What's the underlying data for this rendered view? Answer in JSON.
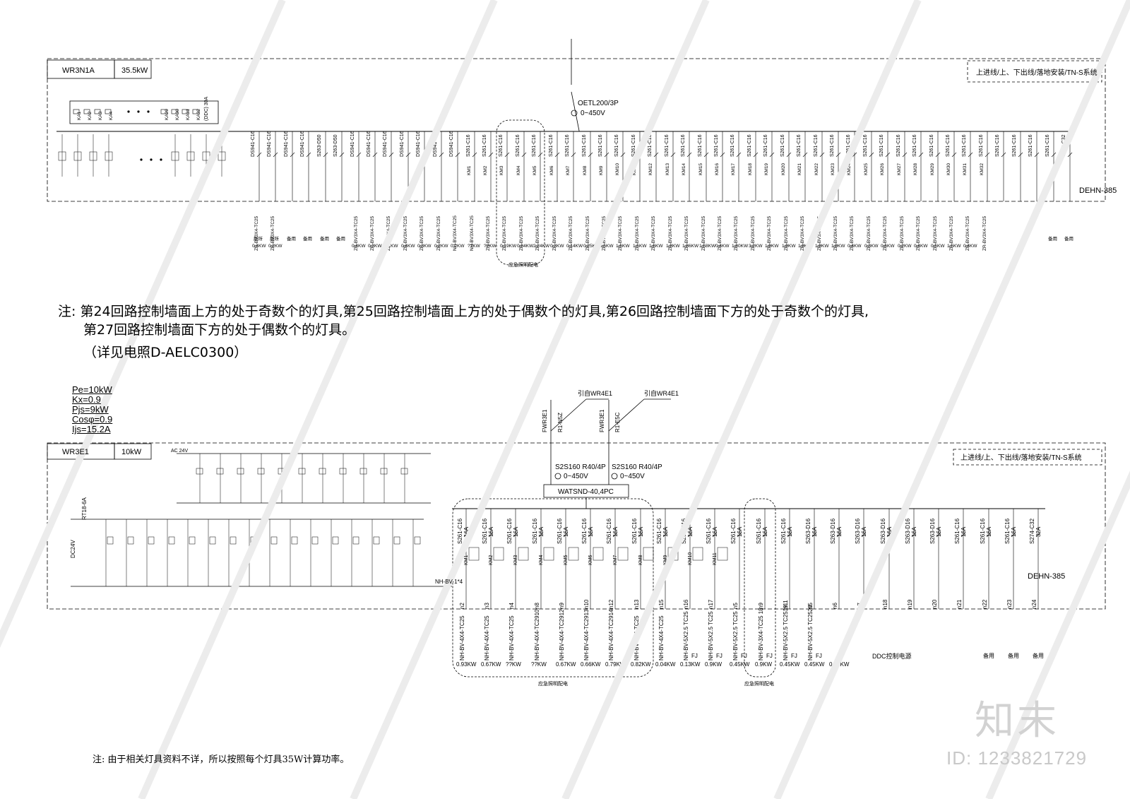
{
  "panel1": {
    "id": "WR3N1A",
    "power": "35.5kW",
    "system_note": "上进线/上、下出线/落地安装/TN-S系统",
    "main_switch": "OETL200/3P",
    "voltmeter": "0~450V",
    "spd": "DEHN-385",
    "relay_labels": [
      "KA1",
      "KA2",
      "KA3",
      "KA4",
      "KA29",
      "KA30",
      "KA31",
      "KA32"
    ],
    "relay_extra": "(DDC) 30A",
    "breakers": [
      "DS941-C16",
      "DS941-C16",
      "DS941-C16",
      "DS941-C16",
      "S263-D50",
      "S263-D50",
      "DS941-C16",
      "DS941-C16",
      "DS941-C16",
      "DS941-C16",
      "DS941-C16",
      "DS941-C16",
      "DS941-C16",
      "S261-C16",
      "S261-C16",
      "S261-C16",
      "S261-C16",
      "S261-C16",
      "S261-C16",
      "S261-C16",
      "S261-C16",
      "S261-C16",
      "S261-C16",
      "S261-C16",
      "S261-C16",
      "S261-C16",
      "S261-C16",
      "S261-C16",
      "S261-C16",
      "S261-C16",
      "S261-C16",
      "S261-C16",
      "S261-C16",
      "S261-C16",
      "S261-C16",
      "S261-C16",
      "S261-C16",
      "S261-C16",
      "S261-C16",
      "S261-C16",
      "S261-C16",
      "S261-C16",
      "S261-C16",
      "S261-C16",
      "S261-C16",
      "S261-C16",
      "S261-C16",
      "S261-C16",
      "S261-C16",
      "S274-C32"
    ],
    "cables": [
      "ZR-BV3X4-TC25",
      "ZR-BV3X4-TC25",
      "",
      "",
      "",
      "",
      "ZR-BV3X4-TC25",
      "ZR-BV3X4-TC25",
      "ZR-BV3X4-TC25",
      "ZR-BV3X4-TC25",
      "ZR-BV3X4-TC25",
      "ZR-BV3X4-TC25",
      "NH-BV3X4-TC25",
      "NH-BV3X4-TC25",
      "ZR-BV3X4-TC25",
      "ZR-BV3X4-TC25",
      "ZR-BV3X4-TC25",
      "ZR-BV3X4-TC25",
      "ZR-BV3X4-TC25",
      "ZR-BV3X4-TC25",
      "ZR-BV3X4-TC25",
      "ZR-BV3X4-TC25",
      "ZR-BV3X4-TC25",
      "ZR-BV3X4-TC25",
      "ZR-BV3X4-TC25",
      "ZR-BV3X4-TC25",
      "ZR-BV3X4-TC25",
      "ZR-BV3X4-TC25",
      "ZR-BV3X4-TC25",
      "ZR-BV3X4-TC25",
      "ZR-BV3X4-TC25",
      "ZR-BV3X4-TC25",
      "ZR-BV3X4-TC25",
      "ZR-BV3X4-TC25",
      "ZR-BV3X4-TC25",
      "ZR-BV3X4-TC25",
      "ZR-BV3X4-TC25",
      "ZR-BV3X4-TC25",
      "ZR-BV3X4-TC25",
      "ZR-BV3X4-TC25",
      "ZR-BV3X4-TC25",
      "ZR-BV3X4-TC25",
      "ZR-BV3X4-TC25",
      "ZR-BV3X4-TC25",
      "ZR-BV3X4-TC25",
      "",
      "",
      "",
      "",
      ""
    ],
    "loads": [
      "0.4KW",
      "0.2KW",
      "",
      "",
      "",
      "",
      "0.4KW",
      "0.3KW",
      "0.1KW",
      "0.4KW",
      "0.3KW",
      "0.2KW",
      "0.2KW",
      "??KW",
      "??KW",
      "0.19KW",
      "0.84KW",
      "2.24KW",
      "0.3KW",
      "0.14KW",
      "0.25KW",
      "0.5KW",
      "1.6KW",
      "1.5KW",
      "1.6KW",
      "1.8KW",
      "1.86KW",
      "1.58KW",
      "0.4KW",
      "1.80KW",
      "3.2KW",
      "1.9KW",
      "1.9KW",
      "1.9KW",
      "1.9KW",
      "1.9KW",
      "0.4KW",
      "0.3KW",
      "0.6KW",
      "0.2KW",
      "0.4KW",
      "0.5KW",
      "1.5KW",
      "0.4KW",
      "",
      "",
      "",
      "",
      "",
      ""
    ],
    "load_names_head": [
      "厕所",
      "厕所",
      "备用",
      "备用",
      "备用",
      "备用"
    ],
    "load_names_tail": [
      "备用",
      "备用"
    ],
    "emergency_label": "应急照明配电",
    "km_labels": [
      "KM1",
      "KM2",
      "KM3",
      "KM4",
      "KM5",
      "KM6",
      "KM7",
      "KM8",
      "KM9",
      "KM10",
      "KM11",
      "KM12",
      "KM13",
      "KM14",
      "KM15",
      "KM16",
      "KM17",
      "KM18",
      "KM19",
      "KM20",
      "KM21",
      "KM22",
      "KM23",
      "KM24",
      "KM25",
      "KM26",
      "KM27",
      "KM28",
      "KM29",
      "KM30",
      "KM31",
      "KM32"
    ]
  },
  "notes": {
    "line1": "注: 第24回路控制墙面上方的处于奇数个的灯具,第25回路控制墙面上方的处于偶数个的灯具,第26回路控制墙面下方的处于奇数个的灯具,",
    "line2": "第27回路控制墙面下方的处于偶数个的灯具。",
    "line3": "（详见电照D-AELC0300）",
    "bottom": "注: 由于相关灯具资料不详，所以按照每个灯具35W计算功率。"
  },
  "calc": {
    "pe": "Pe=10kW",
    "kx": "Kx=0.9",
    "pjs": "Pjs=9kW",
    "cos": "Cosφ=0.9",
    "ijs": "Ijs=15.2A"
  },
  "panel2": {
    "id": "WR3E1",
    "power": "10kW",
    "system_note": "上进线/上、下出线/落地安装/TN-S系统",
    "feeder_a": "引自WR4E1",
    "feeder_b": "引自WR4E1",
    "feed_cable_a": "R1-N5Z",
    "feed_cable_b": "R1-E5C",
    "source_a": "FWR3E1",
    "source_b": "FWR3E1",
    "switch_a": "S2S160 R40/4P",
    "switch_b": "S2S160 R40/4P",
    "volt_a": "0~450V",
    "volt_b": "0~450V",
    "ats": "WATSND-40,4PC",
    "control_power": "AC 24V",
    "rt_fuse": "RT18-6A",
    "dc_label": "DC24V",
    "spd": "DEHN-385",
    "wire_label": "NH-BV-1*4",
    "emergency_label_a": "应急照明配电",
    "emergency_label_b": "应急照明配电",
    "breakers": [
      "S261-C16",
      "S261-C16",
      "S261-C16",
      "S261-C16",
      "S261-C16",
      "S261-C16",
      "S261-C16",
      "S261-C16",
      "S261-C16",
      "S261-C16",
      "S261-C16",
      "S261-C16",
      "S261-C16",
      "S261-C16",
      "S263-D16",
      "S263-D16",
      "S263-D16",
      "S263-D16",
      "S263-D16",
      "S263-D16",
      "S261-C16",
      "S261-C16",
      "S261-C16",
      "S274-C32"
    ],
    "ratings": [
      "16A",
      "16A",
      "16A",
      "16A",
      "16A",
      "16A",
      "16A",
      "16A",
      "16A",
      "16A",
      "16A",
      "16A",
      "16A",
      "16A",
      "16A",
      "16A",
      "16A",
      "16A",
      "16A",
      "16A",
      "16A",
      "16A",
      "16A",
      "32A"
    ],
    "km_labels": [
      "KM1",
      "KM2",
      "KM3",
      "KM4",
      "KM5",
      "KM6",
      "KM7",
      "KM8",
      "KM9",
      "KM10",
      "KM11"
    ],
    "circuits": [
      "n2",
      "n3",
      "n4",
      "n8",
      "n9",
      "n10",
      "n12",
      "n13",
      "n15",
      "n16",
      "n17",
      "n5",
      "n9",
      "n11",
      "n5",
      "n6",
      "n7",
      "n18",
      "n19",
      "n20",
      "n21",
      "n22",
      "n23",
      "n24"
    ],
    "cables": [
      "NH-BV-4X4-TC25",
      "NH-BV-4X4-TC25",
      "NH-BV-4X4-TC25",
      "NH-BV-4X4-TC2910",
      "NH-BV-4X4-TC2912",
      "NH-BV-4X4-TC2913",
      "NH-BV-4X4-TC2914",
      "NH-BV-3X4-TC25",
      "NH-BV-4X4-TC25",
      "NH-BV-5X2.5 TC25",
      "NH-BV-5X2.5 TC25",
      "NH-BV-5X2.5 TC25",
      "NH-BV-3X4-TC25 18",
      "NH-BV-5X2.5 TC2519",
      "NH-BV-5X2.5 TC2520"
    ],
    "loads": [
      "0.93KW",
      "0.67KW",
      "??KW",
      "??KW",
      "0.67KW",
      "0.66KW",
      "0.79KW",
      "0.82KW",
      "0.04KW",
      "0.13KW",
      "0.9KW",
      "0.45KW",
      "0.9KW",
      "0.45KW",
      "0.45KW",
      "0.45KW"
    ],
    "load_names": [
      "备用",
      "备用",
      "备用"
    ],
    "ddc_label": "DDC控制电源",
    "fj": "FJ"
  },
  "watermark": {
    "logo": "知末",
    "id": "ID: 1233821729"
  }
}
